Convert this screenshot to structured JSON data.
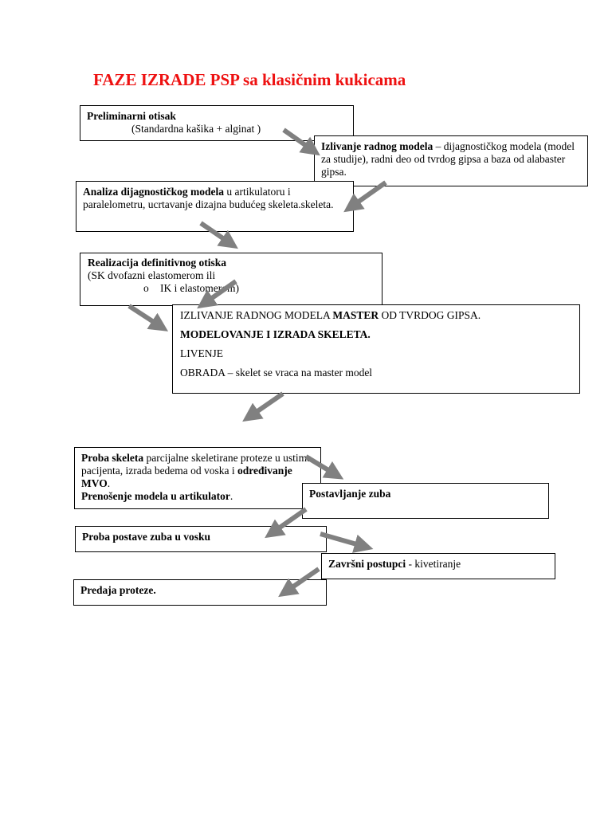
{
  "title": "FAZE IZRADE PSP sa klasičnim kukicama",
  "box1": {
    "bold": "Preliminarni otisak",
    "line2": "(Standardna kašika + alginat )"
  },
  "box2": {
    "bold": "Izlivanje radnog modela",
    "text": " – dijagnostičkog modela (model za studije), radni deo od tvrdog gipsa a baza od alabaster gipsa."
  },
  "box3": {
    "bold": "Analiza dijagnostičkog modela",
    "text": " u artikulatoru i paralelometru, ucrtavanje dizajna budućeg skeleta.skeleta."
  },
  "box4": {
    "bold": "Realizacija definitivnog otiska",
    "line2": "(SK dvofazni elastomerom ili",
    "bullet": "o",
    "line3": "IK i elastomerom)"
  },
  "box5": {
    "line1_a": "IZLIVANJE RADNOG MODELA ",
    "line1_bold": "MASTER",
    "line1_b": " OD TVRDOG GIPSA.",
    "line2": "MODELOVANJE I IZRADA SKELETA.",
    "line3": "LIVENJE",
    "line4": "OBRADA – skelet se vraca na master model"
  },
  "box6": {
    "bold1": "Proba skeleta",
    "text1": " parcijalne skeletirane proteze u ustima pacijenta, izrada bedema od voska i ",
    "bold2": "određivanje MVO",
    "text2": ".",
    "bold3": "Prenošenje modela u artikulator",
    "text3": "."
  },
  "box7": {
    "bold": "Postavljanje zuba"
  },
  "box8": {
    "bold": "Proba postave zuba u vosku"
  },
  "box9": {
    "bold": "Završni postupci",
    "text": " - kivetiranje"
  },
  "box10": {
    "bold": "Predaja proteze."
  },
  "colors": {
    "title": "#ee1111",
    "arrow": "#808080"
  }
}
